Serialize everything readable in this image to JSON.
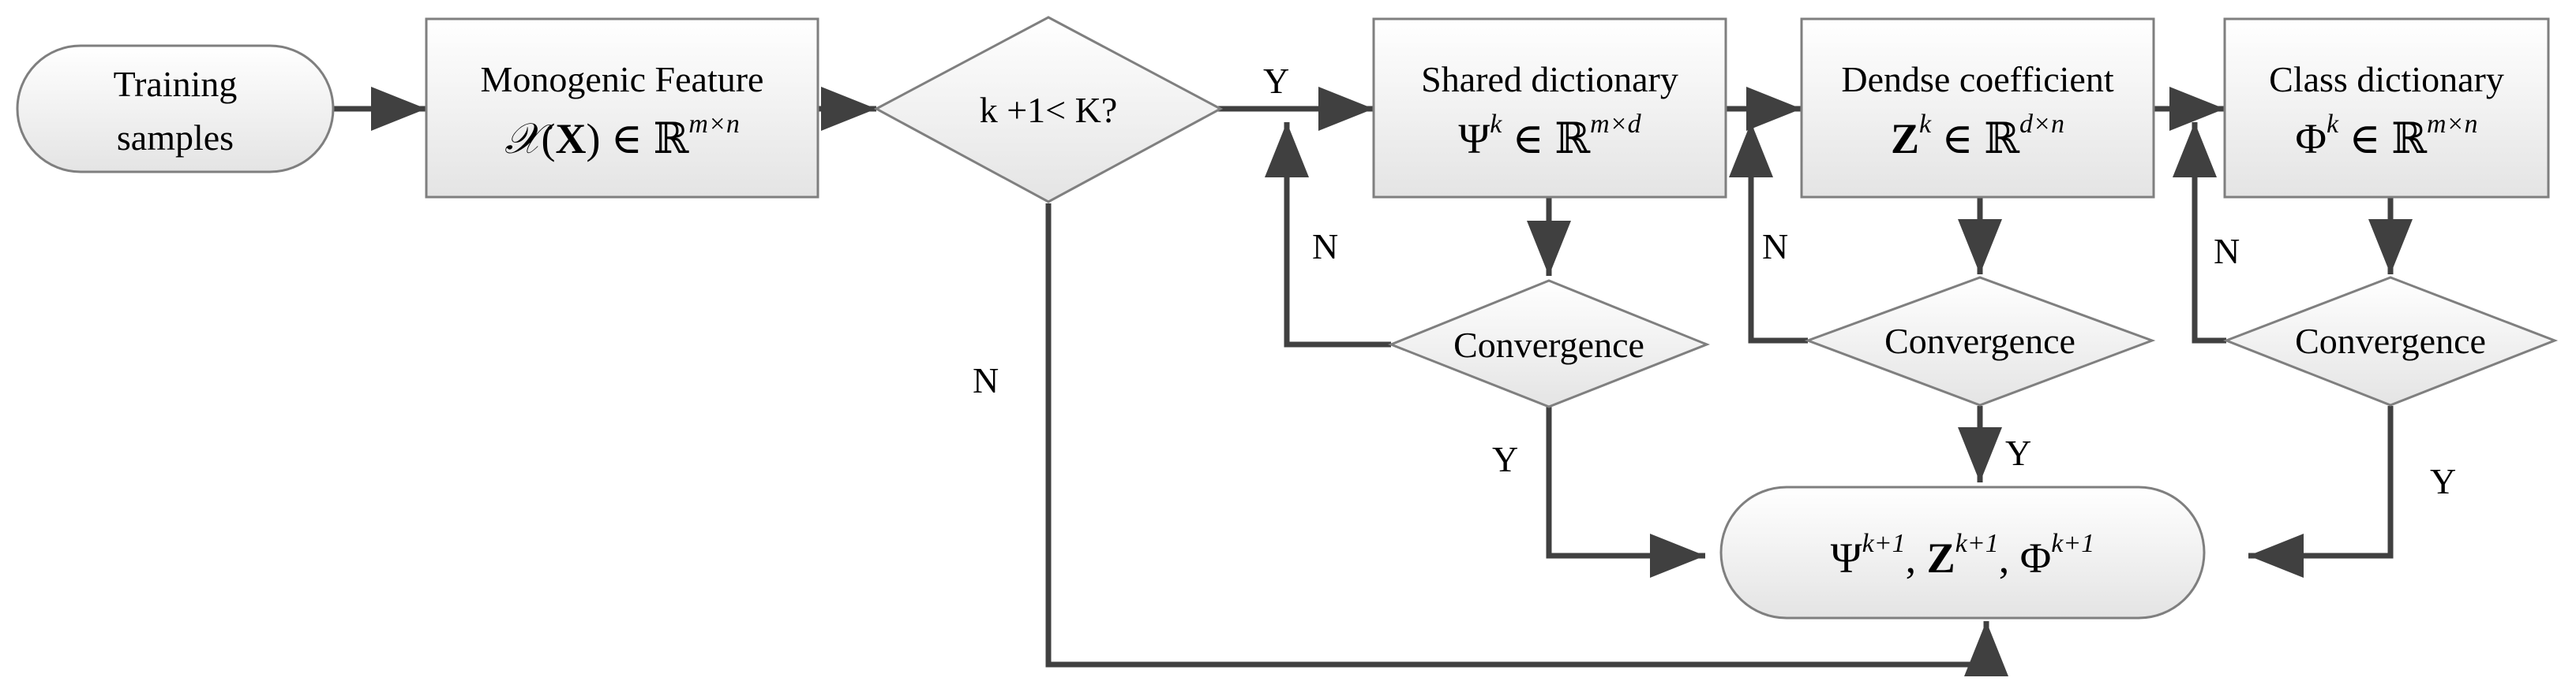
{
  "nodes": {
    "training": {
      "line1": "Training",
      "line2": "samples"
    },
    "feature": {
      "title": "Monogenic Feature",
      "calX": "𝒳",
      "open": "(",
      "argX": "X",
      "close": ")",
      "in": " ∈ ",
      "reals": "ℝ",
      "dims": "m×n"
    },
    "condition": {
      "text": "k +1<  K?"
    },
    "shared": {
      "title": "Shared dictionary",
      "sym": "Ψ",
      "sup": "k",
      "in": " ∈ ",
      "reals": "ℝ",
      "dims": "m×d"
    },
    "dense": {
      "title": "Dendse coefficient",
      "sym": "Z",
      "sup": "k",
      "in": " ∈ ",
      "reals": "ℝ",
      "dims": "d×n"
    },
    "class_dict": {
      "title": "Class dictionary",
      "sym": "Φ",
      "sup": "k",
      "in": " ∈ ",
      "reals": "ℝ",
      "dims": "m×n"
    },
    "conv1": {
      "text": "Convergence"
    },
    "conv2": {
      "text": "Convergence"
    },
    "conv3": {
      "text": "Convergence"
    },
    "output": {
      "psi": "Ψ",
      "psi_sup": "k+1",
      "sep1": ",  ",
      "z": "Z",
      "z_sup": "k+1",
      "sep2": ",  ",
      "phi": "Φ",
      "phi_sup": "k+1"
    }
  },
  "edge_labels": {
    "cond_yes": "Y",
    "cond_no": "N",
    "conv1_no": "N",
    "conv2_no": "N",
    "conv3_no": "N",
    "conv1_yes": "Y",
    "conv2_yes": "Y",
    "conv3_yes": "Y"
  },
  "colors": {
    "node_fill_top": "#ffffff",
    "node_fill_bottom": "#e6e6e6",
    "node_stroke": "#7f7f7f",
    "edge": "#404040"
  }
}
